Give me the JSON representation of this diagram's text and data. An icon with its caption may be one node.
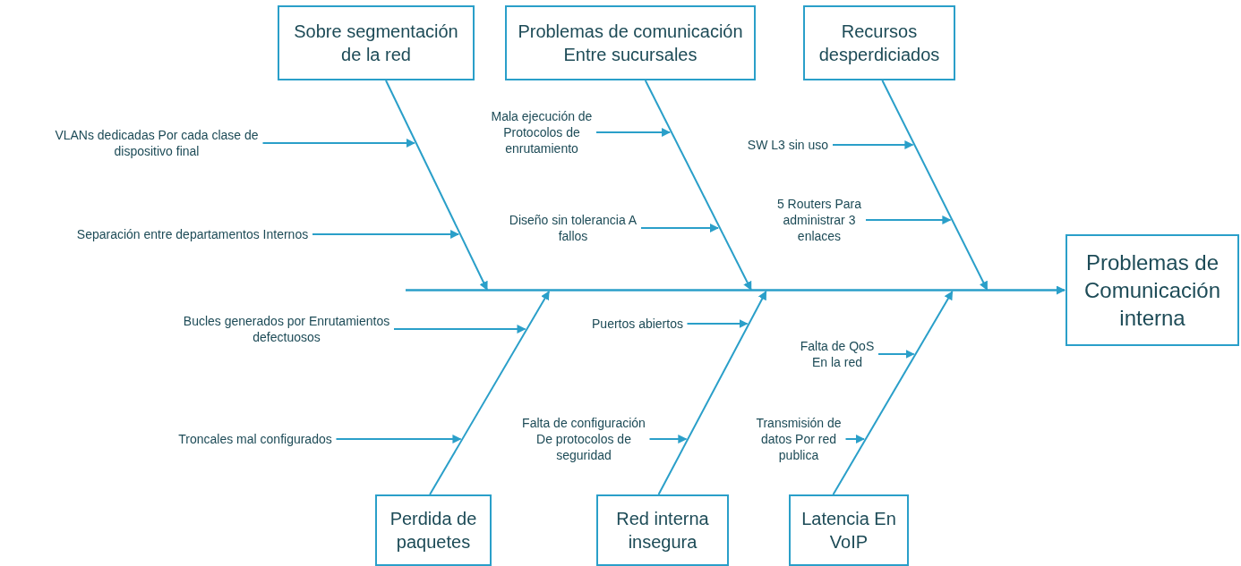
{
  "diagram": {
    "nodes": [
      {
        "text": [
          "Sobre segmentación de la red"
        ]
      },
      {
        "text": [
          "Problemas de comunicación Entre sucursales"
        ]
      },
      {
        "text": [
          "Recursos desperdiciados"
        ]
      },
      {
        "text": [
          "Perdida de paquetes"
        ]
      },
      {
        "text": [
          "Red interna insegura"
        ]
      },
      {
        "text": [
          "Latencia En VoIP"
        ]
      },
      {
        "text": [
          "Problemas de Comunicación interna"
        ]
      },
      {
        "text": [
          "VLANs dedicadas Por cada clase de dispositivo final"
        ]
      },
      {
        "text": [
          "Separación entre departamentos Internos"
        ]
      },
      {
        "text": [
          "Mala ejecución de Protocolos de enrutamiento"
        ]
      },
      {
        "text": [
          "Diseño sin tolerancia A fallos"
        ]
      },
      {
        "text": [
          "SW L3 sin uso"
        ]
      },
      {
        "text": [
          "5 Routers Para administrar 3 enlaces"
        ]
      },
      {
        "text": [
          "Bucles generados por Enrutamientos defectuosos"
        ]
      },
      {
        "text": [
          "Troncales mal configurados"
        ]
      },
      {
        "text": [
          "Puertos abiertos"
        ]
      },
      {
        "text": [
          "Falta de configuración De protocolos de seguridad"
        ]
      },
      {
        "text": [
          "Falta de QoS En la red"
        ]
      },
      {
        "text": [
          "Transmisión de datos Por red publica"
        ]
      }
    ],
    "edges": [
      {
        "from": null,
        "to": 6,
        "arrow": "to"
      },
      {
        "from": 0,
        "to": null,
        "arrow": "to"
      },
      {
        "from": 1,
        "to": null,
        "arrow": "to"
      },
      {
        "from": 2,
        "to": null,
        "arrow": "to"
      },
      {
        "from": 3,
        "to": null,
        "arrow": "to"
      },
      {
        "from": 4,
        "to": null,
        "arrow": "to"
      },
      {
        "from": 5,
        "to": null,
        "arrow": "to"
      },
      {
        "from": 7,
        "to": null,
        "arrow": "to"
      },
      {
        "from": 8,
        "to": null,
        "arrow": "to"
      },
      {
        "from": 9,
        "to": null,
        "arrow": "to"
      },
      {
        "from": 10,
        "to": null,
        "arrow": "to"
      },
      {
        "from": 11,
        "to": null,
        "arrow": "to"
      },
      {
        "from": 12,
        "to": null,
        "arrow": "to"
      },
      {
        "from": 13,
        "to": null,
        "arrow": "to"
      },
      {
        "from": 14,
        "to": null,
        "arrow": "to"
      },
      {
        "from": 15,
        "to": null,
        "arrow": "to"
      },
      {
        "from": 16,
        "to": null,
        "arrow": "to"
      },
      {
        "from": 17,
        "to": null,
        "arrow": "to"
      },
      {
        "from": 18,
        "to": null,
        "arrow": "to"
      }
    ]
  }
}
